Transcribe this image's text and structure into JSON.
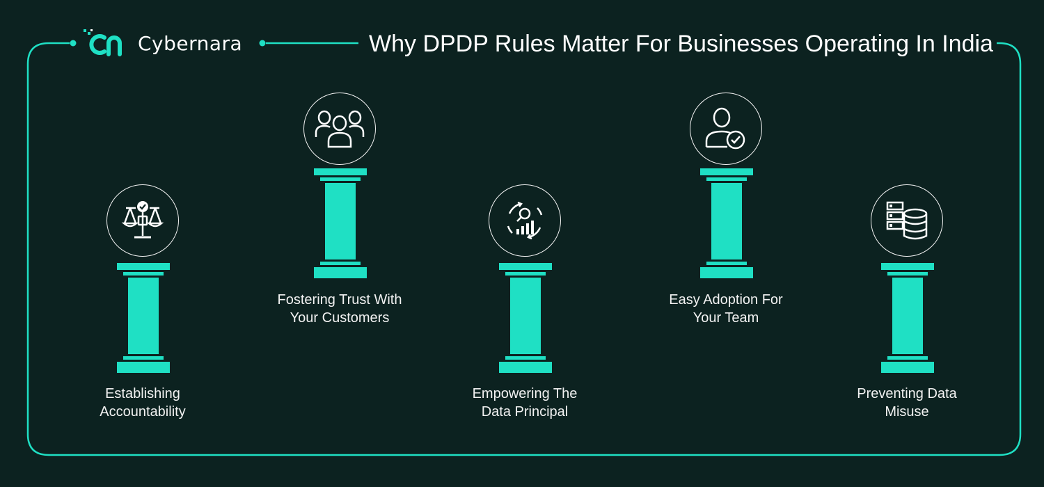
{
  "brand": {
    "logo_text": "Cybernara",
    "logo_mark": "cn-logo-mark"
  },
  "title": "Why DPDP Rules Matter For Businesses Operating In India",
  "colors": {
    "accent": "#1fe0c4",
    "background": "#0c2220",
    "text": "#ffffff"
  },
  "items": [
    {
      "icon": "scales-check-icon",
      "line1": "Establishing",
      "line2": "Accountability"
    },
    {
      "icon": "team-icon",
      "line1": "Fostering Trust With",
      "line2": "Your Customers"
    },
    {
      "icon": "search-analytics-icon",
      "line1": "Empowering The",
      "line2": "Data Principal"
    },
    {
      "icon": "user-check-icon",
      "line1": "Easy Adoption For",
      "line2": "Your Team"
    },
    {
      "icon": "database-server-icon",
      "line1": "Preventing Data",
      "line2": "Misuse"
    }
  ]
}
